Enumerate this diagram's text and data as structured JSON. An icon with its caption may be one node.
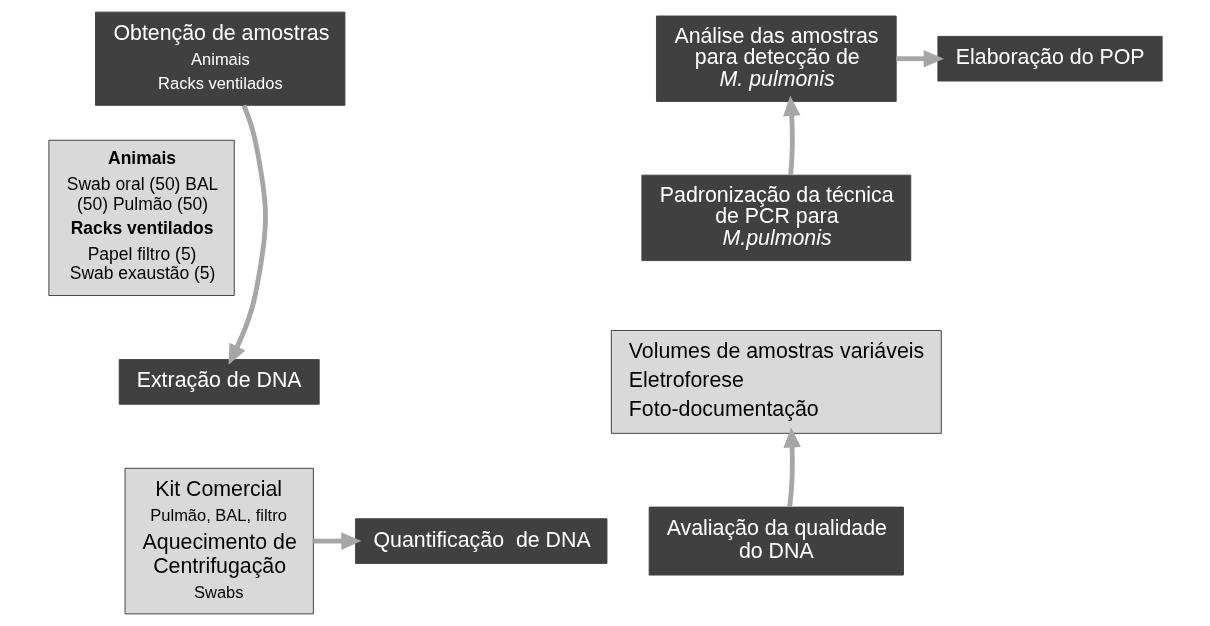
{
  "diagram": {
    "nodes": [
      {
        "text": [
          "Obtenção de amostras",
          "Animais",
          "Racks ventilados"
        ]
      },
      {
        "text": [
          "**Animais**",
          "Swab oral (50) BAL (50) Pulmão (50)",
          "**Racks ventilados**",
          "Papel filtro (5) Swab exaustão (5)"
        ]
      },
      {
        "text": [
          "Extração de DNA"
        ]
      },
      {
        "text": [
          "Kit Comercial",
          "Pulmão, BAL, filtro",
          "Aquecimento de Centrifugação",
          "Swabs"
        ]
      },
      {
        "text": [
          "Quantificação  de DNA"
        ]
      },
      {
        "text": [
          "Avaliação da qualidade do DNA"
        ]
      },
      {
        "text": [
          "Volumes de amostras variáveis",
          "Eletroforese",
          "Foto-documentação"
        ]
      },
      {
        "text": [
          "Padronização da técnica de PCR para *M.pulmonis*"
        ]
      },
      {
        "text": [
          "Análise das amostras para detecção de *M. pulmonis*"
        ]
      },
      {
        "text": [
          "Elaboração do POP"
        ]
      }
    ],
    "edges": [
      {
        "from": 0,
        "to": 2,
        "arrow": "to"
      },
      {
        "from": 3,
        "to": 4,
        "arrow": "to"
      },
      {
        "from": 5,
        "to": 6,
        "arrow": "to"
      },
      {
        "from": 7,
        "to": 8,
        "arrow": "to"
      },
      {
        "from": 8,
        "to": 9,
        "arrow": "to"
      }
    ]
  }
}
